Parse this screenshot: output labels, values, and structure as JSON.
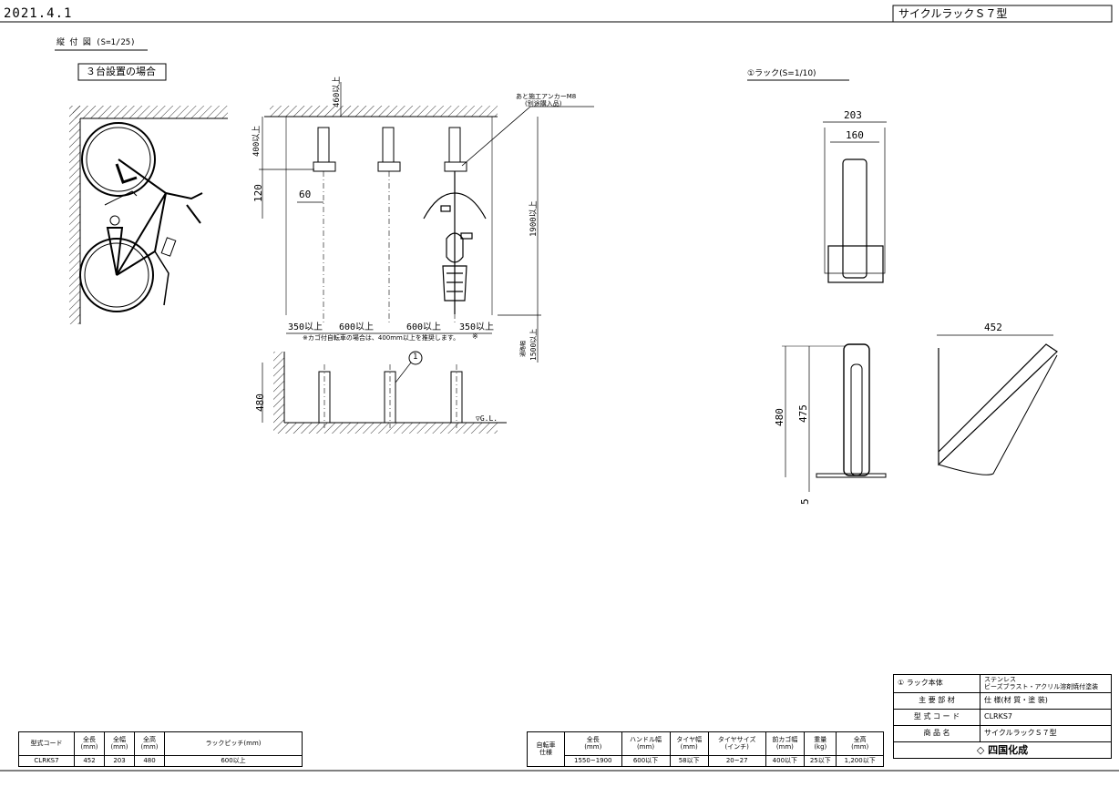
{
  "header": {
    "date": "2021.4.1",
    "product_title": "サイクルラックＳ７型"
  },
  "layout_view": {
    "title": "縦 付 図 (S=1/25)",
    "case_label": "３台設置の場合"
  },
  "rack_view": {
    "title": "ラック(S=1/10)",
    "number": "①"
  },
  "plan_dims": {
    "d460": "460以上",
    "d400": "400以上",
    "d120": "120",
    "d60": "60",
    "d1900": "1900以上",
    "d350a": "350以上",
    "d600a": "600以上",
    "d600b": "600以上",
    "d350b": "350以上",
    "d1500": "1500以上",
    "d1500_note": "通路幅"
  },
  "anchor_note": {
    "line1": "あと施工アンカーM8",
    "line2": "(別途購入品)"
  },
  "basket_note": "※カゴ付自転車の場合は、400mm以上を推奨します。",
  "asterisk": "※",
  "elevation": {
    "d480": "480",
    "callout": "1",
    "gl": "▽G.L."
  },
  "rack_dims": {
    "d203": "203",
    "d160": "160",
    "d452": "452",
    "d480": "480",
    "d475": "475",
    "d5": "5"
  },
  "rack_table": {
    "headers": [
      [
        "型式コード"
      ],
      [
        "全長",
        "(mm)"
      ],
      [
        "全幅",
        "(mm)"
      ],
      [
        "全高",
        "(mm)"
      ],
      [
        "ラックピッチ(mm)"
      ]
    ],
    "row": [
      "CLRKS7",
      "452",
      "203",
      "480",
      "600以上"
    ]
  },
  "bike_table": {
    "side_label": [
      "自転車",
      "仕様"
    ],
    "headers": [
      [
        "全長",
        "(mm)"
      ],
      [
        "ハンドル幅",
        "(mm)"
      ],
      [
        "タイヤ幅",
        "(mm)"
      ],
      [
        "タイヤサイズ",
        "(インチ)"
      ],
      [
        "前カゴ幅",
        "(mm)"
      ],
      [
        "重量",
        "(kg)"
      ],
      [
        "全高",
        "(mm)"
      ]
    ],
    "row": [
      "1550~1900",
      "600以下",
      "58以下",
      "20~27",
      "400以下",
      "25以下",
      "1,200以下"
    ]
  },
  "title_block": {
    "rows": [
      {
        "label": "① ラック本体",
        "value": "ステンレス\nビーズブラスト・アクリル溶剤焼付塗装"
      },
      {
        "label": "主 要 部 材",
        "value": "仕 様(材 質・塗 装)"
      },
      {
        "label": "型 式 コ ー ド",
        "value": "CLRKS7"
      },
      {
        "label": "商 品 名",
        "value": "サイクルラックＳ７型"
      }
    ],
    "maker": "四国化成"
  }
}
